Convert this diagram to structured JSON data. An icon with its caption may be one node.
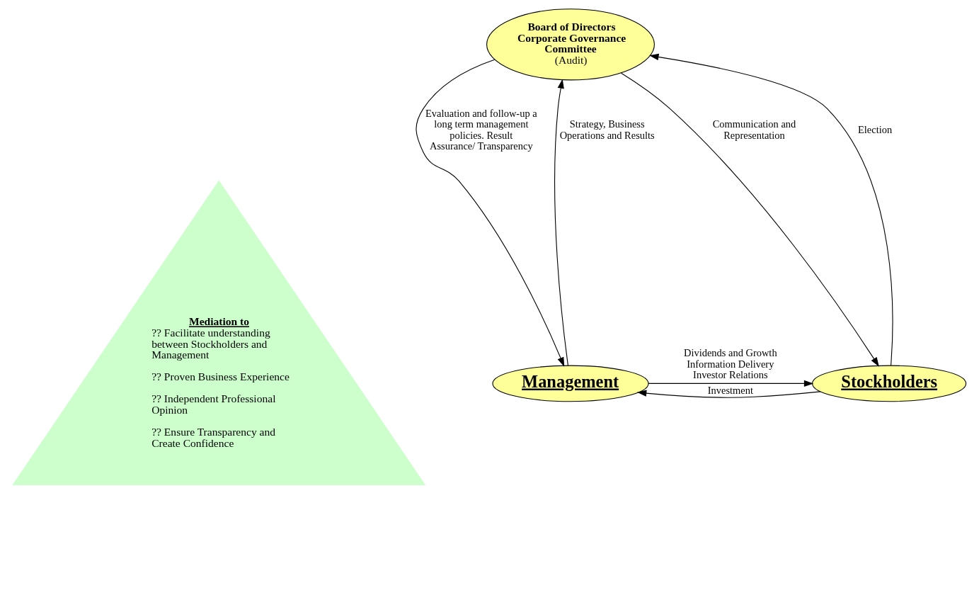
{
  "diagram": {
    "nodes": [
      {
        "text": [
          "Board of Directors Corporate Governance Committee",
          "(Audit)"
        ]
      },
      {
        "text": [
          "Mediation to",
          "?? Facilitate understanding between Stockholders and Management",
          "?? Proven Business Experience",
          "?? Independent Professional Opinion",
          "?? Ensure Transparency and Create Confidence"
        ]
      },
      {
        "text": [
          "Management"
        ]
      },
      {
        "text": [
          "Stockholders"
        ]
      }
    ],
    "edges": [
      {
        "from": 2,
        "to": 0,
        "arrow": "to",
        "label": "Strategy, Business Operations and Results"
      },
      {
        "from": 0,
        "to": 2,
        "arrow": "to",
        "label": "Evaluation and follow-up a long term management policies. Result Assurance/ Transparency"
      },
      {
        "from": 3,
        "to": 0,
        "arrow": "to",
        "label": "Election"
      },
      {
        "from": 0,
        "to": 3,
        "arrow": "to",
        "label": "Communication and Representation"
      },
      {
        "from": 3,
        "to": 2,
        "arrow": "to",
        "label": "Investment"
      },
      {
        "from": 2,
        "to": 3,
        "arrow": "to",
        "label": "Dividends and Growth Information Delivery Investor Relations"
      }
    ]
  }
}
